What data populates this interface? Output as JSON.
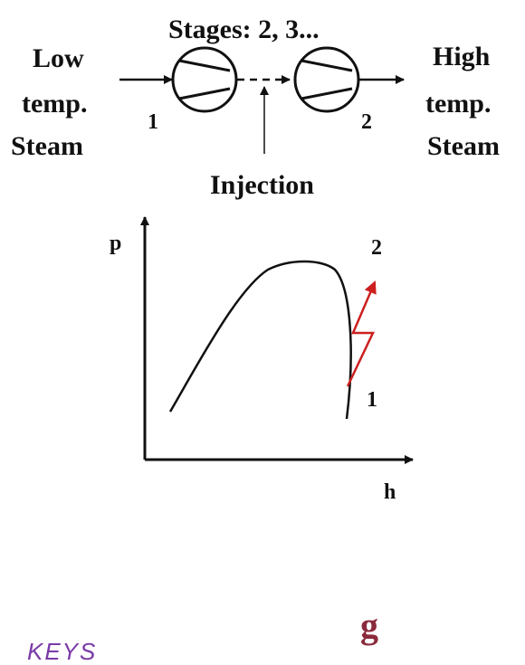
{
  "compressor": {
    "stages": "Stages: 2, 3...",
    "inlet_lines": [
      "Low",
      "temp.",
      "Steam"
    ],
    "outlet_lines": [
      "High",
      "temp.",
      "Steam"
    ],
    "inlet_point": "1",
    "outlet_point": "2",
    "injection": "Injection"
  },
  "ph_chart": {
    "y_axis": "p",
    "x_axis": "h",
    "point_start": "1",
    "point_end": "2"
  },
  "colors": {
    "process_path": "#cc1f1f",
    "ink": "#111111",
    "footer_mark": "#8a2a3c",
    "footer_keys": "#7a3aa8"
  },
  "footer": {
    "mark": "g",
    "keys": "KEYS"
  }
}
